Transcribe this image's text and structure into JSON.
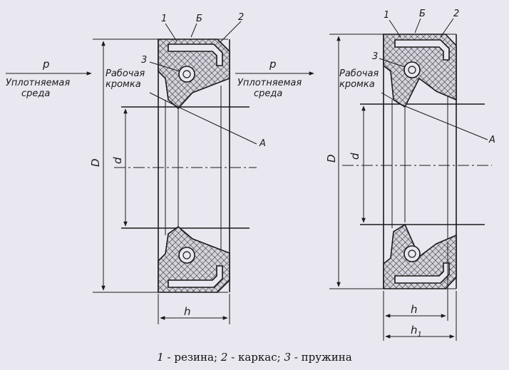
{
  "labels": {
    "one": "1",
    "two": "2",
    "three": "3",
    "b": "Б",
    "p": "p",
    "medium_1": "Уплотняемая",
    "medium_2": "среда",
    "edge_1": "Рабочая",
    "edge_2": "кромка",
    "a": "A",
    "d_big": "D",
    "d_small": "d",
    "h": "h",
    "h1": "h",
    "h1_sub": "1"
  },
  "caption": [
    {
      "num": "1",
      "text": " - резина; "
    },
    {
      "num": "2",
      "text": " - каркас; "
    },
    {
      "num": "3",
      "text": " - пружина"
    }
  ]
}
